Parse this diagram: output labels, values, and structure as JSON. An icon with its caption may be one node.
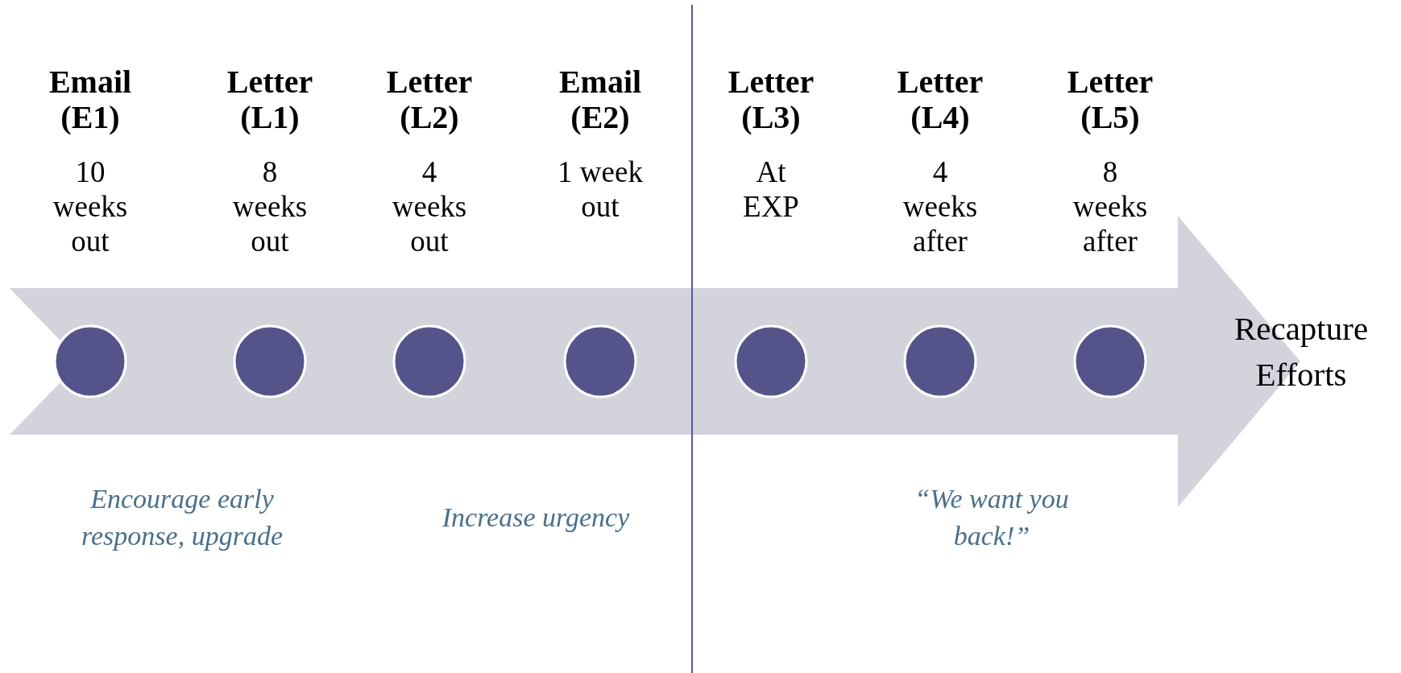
{
  "diagram": {
    "nodes": [
      {
        "text": [
          "Recapture Efforts"
        ]
      },
      {
        "text": [],
        "shape": "circle",
        "in": 0,
        "beside": [
          "Email (E1)",
          "10 weeks out"
        ]
      },
      {
        "text": [],
        "shape": "circle",
        "in": 0,
        "beside": [
          "Letter (L1)",
          "8 weeks out"
        ]
      },
      {
        "text": [],
        "shape": "circle",
        "in": 0,
        "beside": [
          "Letter (L2)",
          "4 weeks out"
        ]
      },
      {
        "text": [],
        "shape": "circle",
        "in": 0,
        "beside": [
          "Email (E2)",
          "1 week out"
        ]
      },
      {
        "text": [],
        "shape": "circle",
        "in": 0,
        "beside": [
          "Letter (L3)",
          "At EXP"
        ]
      },
      {
        "text": [],
        "shape": "circle",
        "in": 0,
        "beside": [
          "Letter (L4)",
          "4 weeks after"
        ]
      },
      {
        "text": [],
        "shape": "circle",
        "in": 0,
        "beside": [
          "Letter (L5)",
          "8 weeks after"
        ]
      }
    ],
    "edges": [],
    "labels": [
      "Encourage early response, upgrade",
      "Increase urgency",
      "“We want you back!”"
    ]
  }
}
